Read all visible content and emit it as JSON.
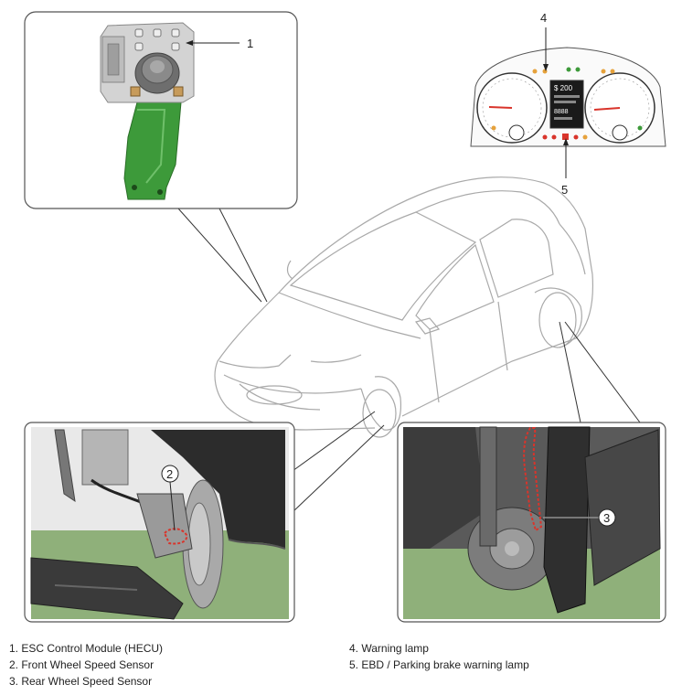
{
  "callouts": {
    "c1": "1",
    "c2": "2",
    "c3": "3",
    "c4": "4",
    "c5": "5"
  },
  "cluster": {
    "odometer_top": "$ 200",
    "trip_text": "8888"
  },
  "legend": {
    "left": [
      "1. ESC Control Module (HECU)",
      "2. Front Wheel Speed Sensor",
      "3. Rear Wheel Speed Sensor"
    ],
    "right": [
      "4. Warning lamp",
      "5. EBD / Parking brake warning lamp"
    ]
  },
  "colors": {
    "bracket_green": "#3d9a3a",
    "sensor_red": "#d9342b",
    "panel_border": "#555555",
    "ground_green": "#8fb07a"
  }
}
